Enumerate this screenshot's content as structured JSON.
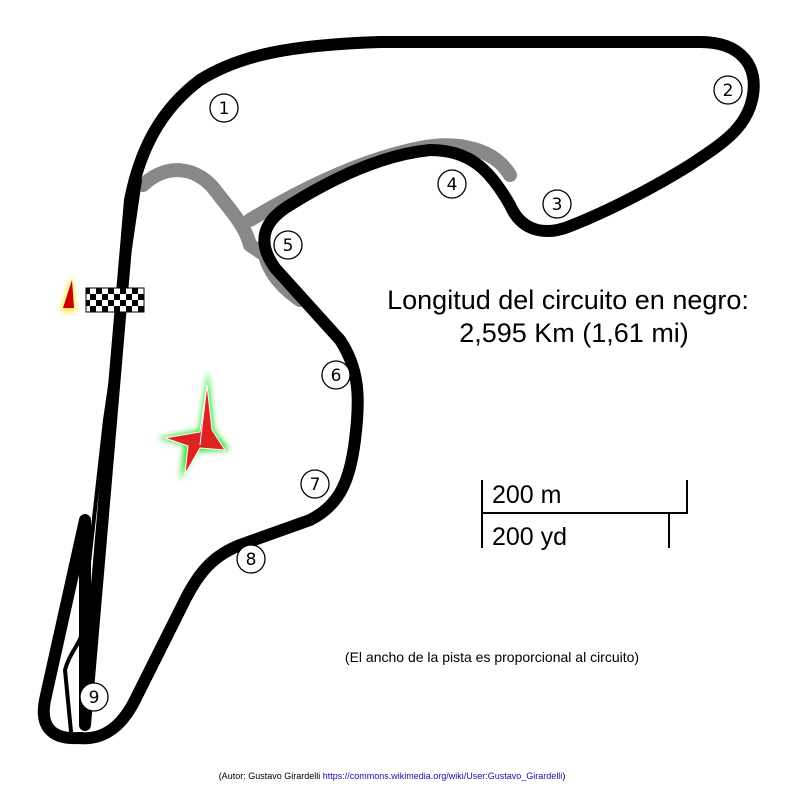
{
  "map": {
    "length_line1": "Longitud del circuito en negro:",
    "length_line2": "2,595 Km (1,61 mi)",
    "scale": {
      "metric_label": "200 m",
      "imperial_label": "200 yd"
    },
    "note": "(El ancho de la pista es proporcional al circuito)",
    "credit": {
      "author": "(Autor: Gustavo Girardelli ",
      "link": "https://commons.wikimedia.org/wiki/User:Gustavo_Girardelli",
      "close": ")"
    },
    "turns": [
      "1",
      "2",
      "3",
      "4",
      "5",
      "6",
      "7",
      "8",
      "9"
    ],
    "colors": {
      "track": "#000000",
      "alt_track": "#888888",
      "north_arrow": "#dd2222",
      "north_glow": "#22dd22",
      "direction_arrow": "#cc0000"
    },
    "icons": [
      "north-arrow-icon",
      "checkered-flag-icon",
      "direction-arrow-icon"
    ]
  }
}
